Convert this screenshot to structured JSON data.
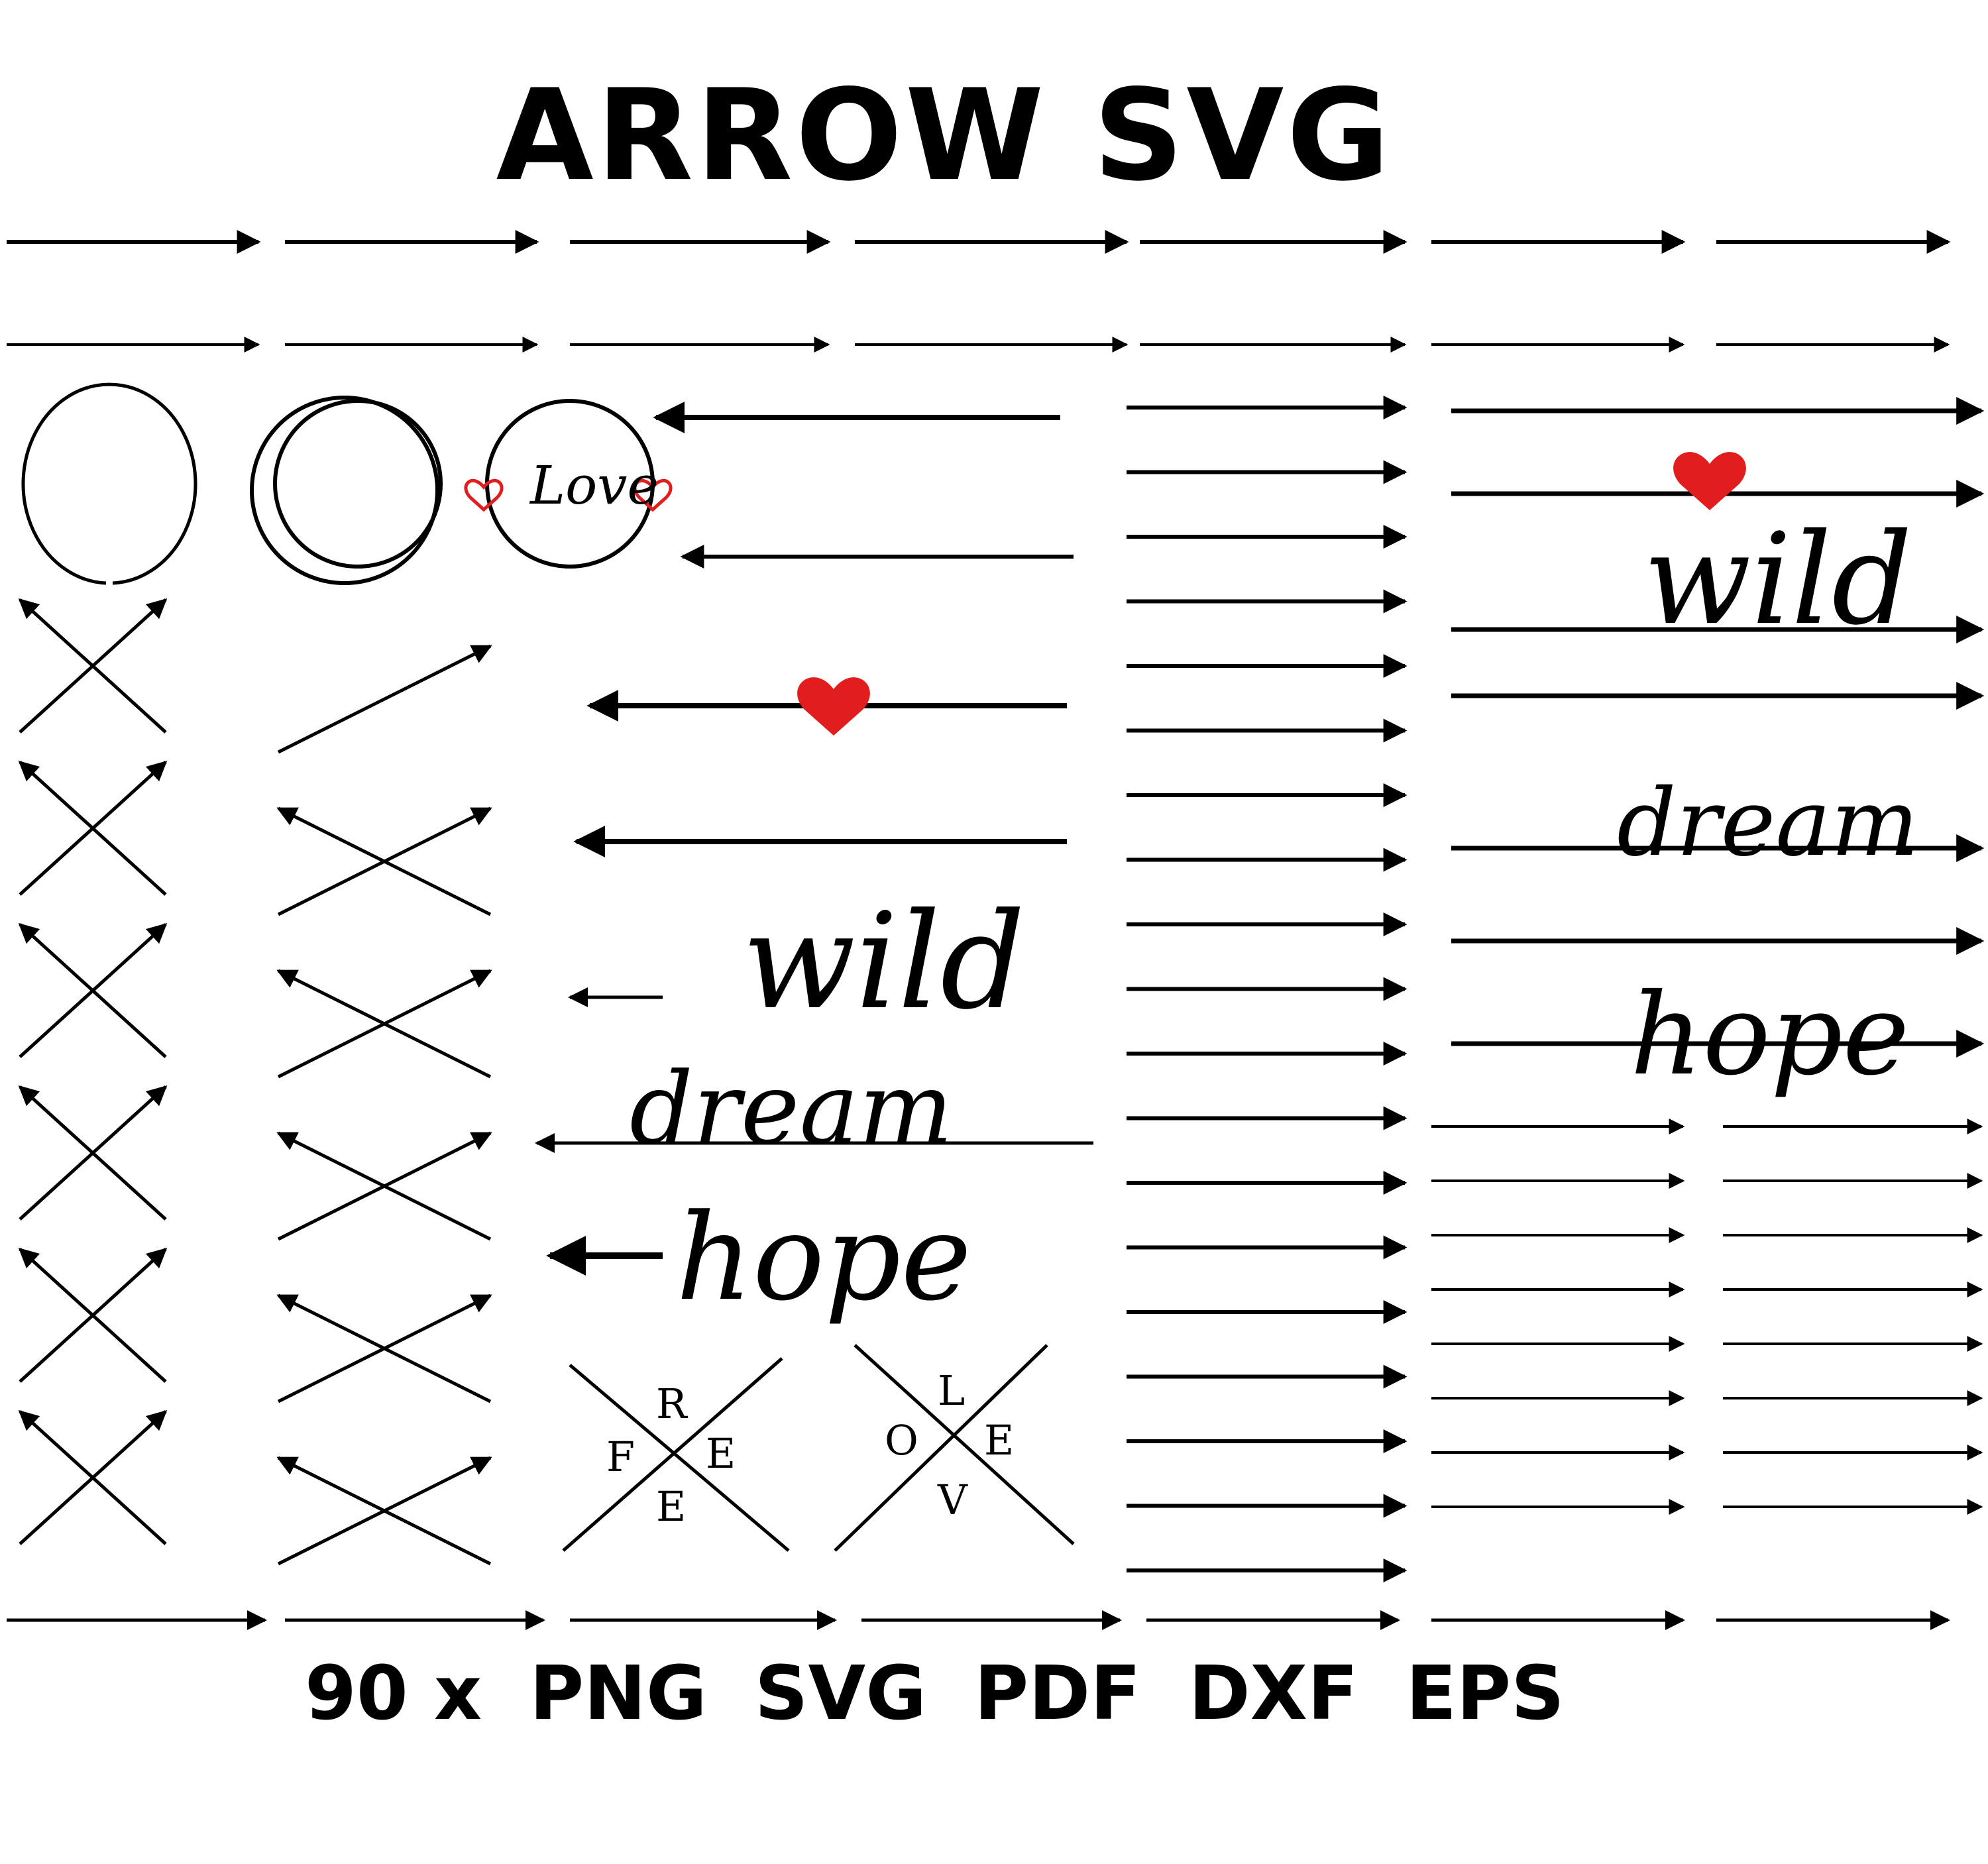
{
  "title": "ARROW SVG",
  "footer": [
    "90 x",
    "PNG",
    "SVG",
    "PDF",
    "DXF",
    "EPS"
  ],
  "words": {
    "love": "Love",
    "wild": "wild",
    "dream": "dream",
    "hope": "hope"
  },
  "letters": {
    "free": [
      "F",
      "R",
      "E",
      "E"
    ],
    "love": [
      "L",
      "O",
      "V",
      "E"
    ]
  },
  "colors": {
    "ink": "#000000",
    "heart": "#e11d1d",
    "background": "#ffffff"
  }
}
